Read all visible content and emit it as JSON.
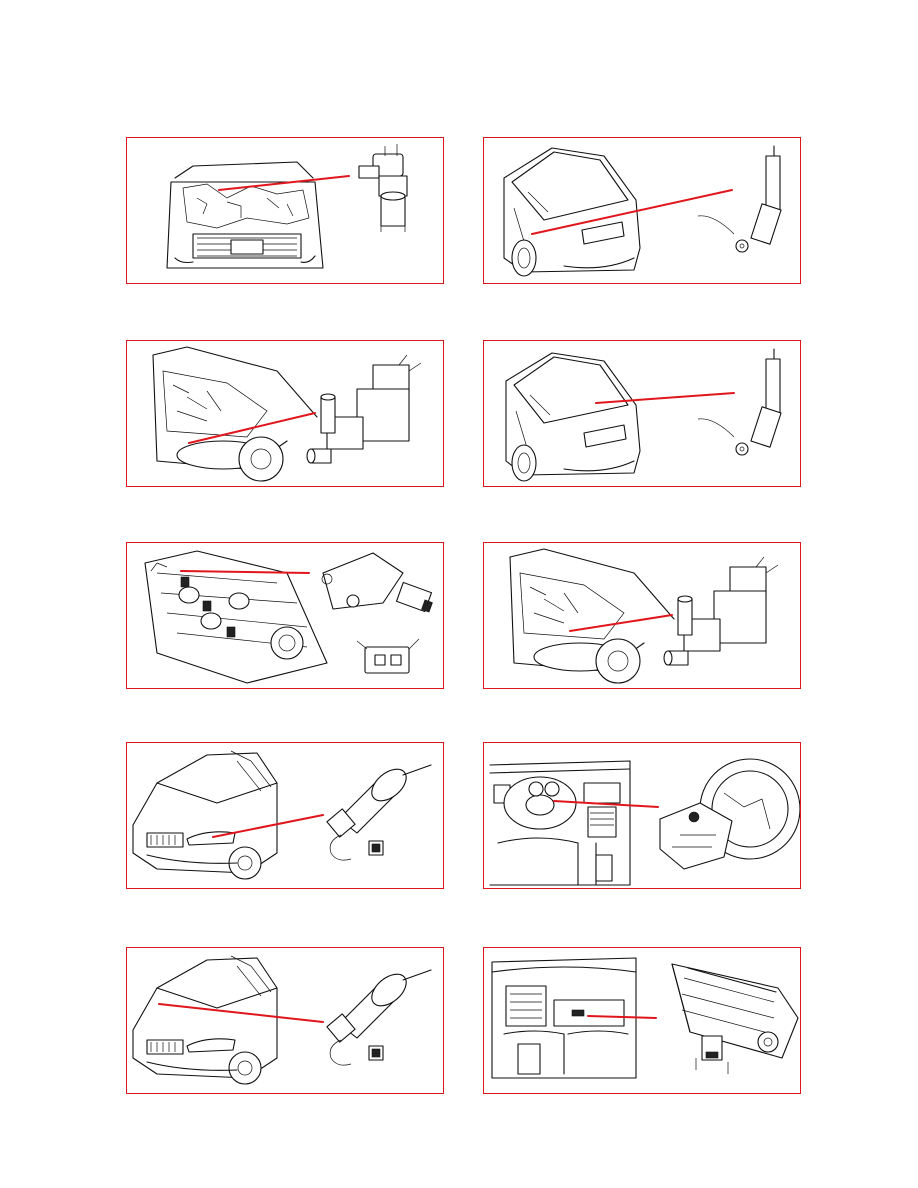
{
  "page": {
    "border_color": "#e0161c",
    "line_color": "#111111",
    "background": "#ffffff"
  },
  "panels": [
    {
      "id": "p1",
      "scene": "engine-bay-front",
      "component_icon": "valve-sensor-icon"
    },
    {
      "id": "p2",
      "scene": "sedan-rear",
      "component_icon": "shock-absorber-icon"
    },
    {
      "id": "p3",
      "scene": "engine-bay-side",
      "component_icon": "solenoid-valve-icon"
    },
    {
      "id": "p4",
      "scene": "sedan-rear",
      "component_icon": "shock-absorber-icon"
    },
    {
      "id": "p5",
      "scene": "engine-top",
      "component_icon": "actuator-connector-icon"
    },
    {
      "id": "p6",
      "scene": "engine-bay-side",
      "component_icon": "solenoid-valve-icon"
    },
    {
      "id": "p7",
      "scene": "car-front",
      "component_icon": "headlamp-motor-icon"
    },
    {
      "id": "p8",
      "scene": "dashboard-steering",
      "component_icon": "airbag-module-icon"
    },
    {
      "id": "p9",
      "scene": "car-front",
      "component_icon": "headlamp-motor-icon"
    },
    {
      "id": "p10",
      "scene": "dashboard-glovebox",
      "component_icon": "passenger-airbag-icon"
    }
  ]
}
